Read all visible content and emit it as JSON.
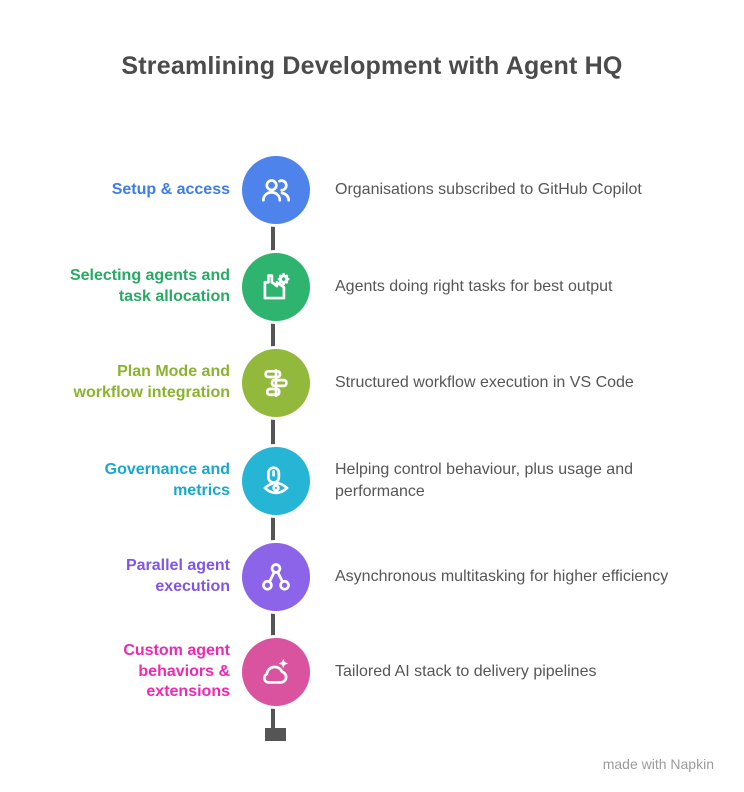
{
  "title": "Streamlining Development with Agent HQ",
  "watermark": "made with Napkin",
  "theme": {
    "background": "#ffffff",
    "title_color": "#4b4b4b",
    "text_color": "#565656",
    "line_color": "#555555"
  },
  "steps": [
    {
      "label": "Setup & access",
      "description": "Organisations subscribed to GitHub Copilot",
      "circle_color": "#4e83eb",
      "label_color": "#3e7ce8",
      "icon": "people-group-icon"
    },
    {
      "label": "Selecting agents and task allocation",
      "description": "Agents doing right tasks for best output",
      "circle_color": "#2eb46e",
      "label_color": "#27aa62",
      "icon": "factory-gear-icon"
    },
    {
      "label": "Plan Mode and workflow integration",
      "description": "Structured workflow execution in VS Code",
      "circle_color": "#92b93c",
      "label_color": "#8ab32e",
      "icon": "plan-roadmap-icon"
    },
    {
      "label": "Governance and metrics",
      "description": "Helping control behaviour, plus usage and performance",
      "circle_color": "#27b5d6",
      "label_color": "#17a8cd",
      "icon": "monitor-eye-icon"
    },
    {
      "label": "Parallel agent execution",
      "description": "Asynchronous multitasking for higher efficiency",
      "circle_color": "#8b64e9",
      "label_color": "#8156e6",
      "icon": "network-nodes-icon"
    },
    {
      "label": "Custom agent behaviors & extensions",
      "description": "Tailored AI stack to delivery pipelines",
      "circle_color": "#d9539f",
      "label_color": "#ee28b3",
      "icon": "cloud-sparkle-icon"
    }
  ]
}
